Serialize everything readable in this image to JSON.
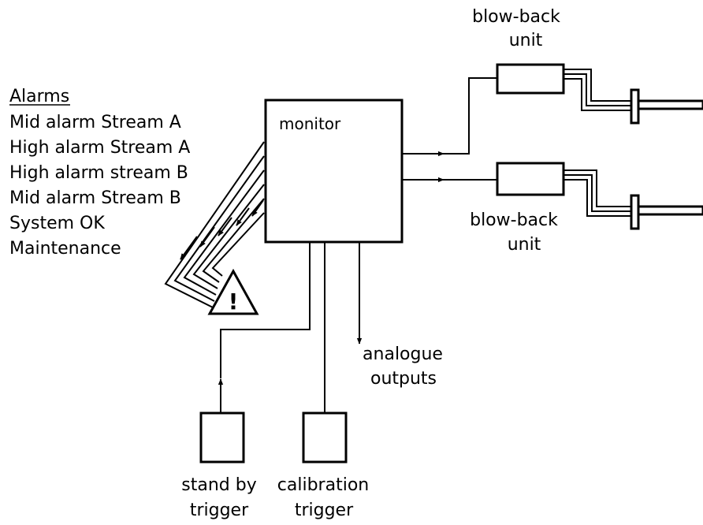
{
  "alarms": {
    "heading": "Alarms",
    "items": [
      "Mid alarm Stream A",
      "High alarm Stream A",
      "High alarm stream B",
      "Mid alarm Stream B",
      "System OK",
      "Maintenance"
    ]
  },
  "monitor": {
    "label": "monitor"
  },
  "warning": {
    "symbol": "!"
  },
  "blowback_top": {
    "line1": "blow-back",
    "line2": "unit"
  },
  "blowback_bottom": {
    "line1": "blow-back",
    "line2": "unit"
  },
  "analogue": {
    "line1": "analogue",
    "line2": "outputs"
  },
  "standby": {
    "line1": "stand by",
    "line2": "trigger"
  },
  "calibration": {
    "line1": "calibration",
    "line2": "trigger"
  },
  "colors": {
    "line": "#000000",
    "background": "#ffffff"
  }
}
